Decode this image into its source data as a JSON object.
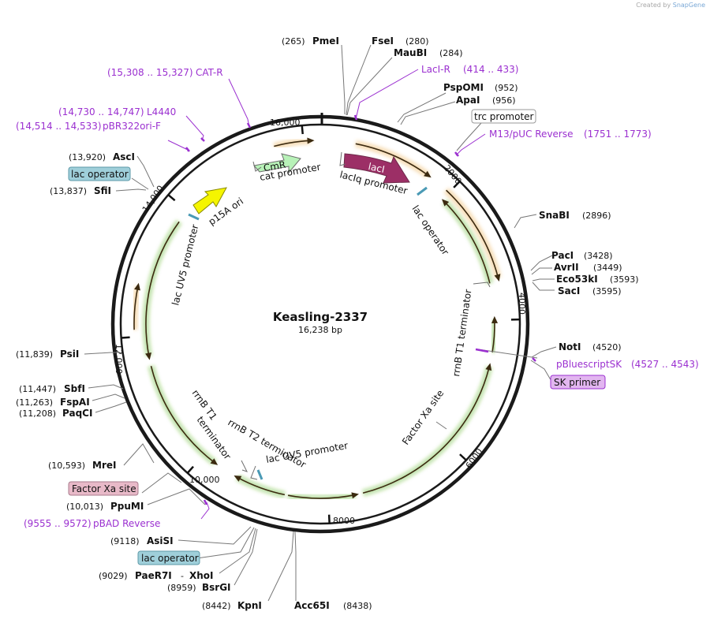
{
  "credit": {
    "prefix": "Created by",
    "brand": "SnapGene"
  },
  "plasmid": {
    "name": "Keasling-2337",
    "size_label": "16,238 bp",
    "length": 16238
  },
  "ticks": [
    {
      "label": "2000"
    },
    {
      "label": "4000"
    },
    {
      "label": "6000"
    },
    {
      "label": "8000"
    },
    {
      "label": "10,000"
    },
    {
      "label": "12,000"
    },
    {
      "label": "14,000"
    },
    {
      "label": "16,000"
    }
  ],
  "sites": [
    {
      "name": "PmeI",
      "pos": "(265)"
    },
    {
      "name": "FseI",
      "pos": "(280)"
    },
    {
      "name": "MauBI",
      "pos": "(284)"
    },
    {
      "name": "PspOMI",
      "pos": "(952)"
    },
    {
      "name": "ApaI",
      "pos": "(956)"
    },
    {
      "name": "SnaBI",
      "pos": "(2896)"
    },
    {
      "name": "PacI",
      "pos": "(3428)"
    },
    {
      "name": "AvrII",
      "pos": "(3449)"
    },
    {
      "name": "Eco53kI",
      "pos": "(3593)"
    },
    {
      "name": "SacI",
      "pos": "(3595)"
    },
    {
      "name": "NotI",
      "pos": "(4520)"
    },
    {
      "name": "Acc65I",
      "pos": "(8438)"
    },
    {
      "name": "KpnI",
      "pos": "(8442)"
    },
    {
      "name": "BsrGI",
      "pos": "(8959)"
    },
    {
      "name": "PaeR7I",
      "pos": "(9029)",
      "extra": "-",
      "extra2": "XhoI"
    },
    {
      "name": "AsiSI",
      "pos": "(9118)"
    },
    {
      "name": "PpuMI",
      "pos": "(10,013)"
    },
    {
      "name": "MreI",
      "pos": "(10,593)"
    },
    {
      "name": "PaqCI",
      "pos": "(11,208)"
    },
    {
      "name": "FspAI",
      "pos": "(11,263)"
    },
    {
      "name": "SbfI",
      "pos": "(11,447)"
    },
    {
      "name": "PsiI",
      "pos": "(11,839)"
    },
    {
      "name": "SfiI",
      "pos": "(13,837)"
    },
    {
      "name": "AscI",
      "pos": "(13,920)"
    }
  ],
  "primers": [
    {
      "name": "LacI-R",
      "range": "(414 .. 433)"
    },
    {
      "name": "M13/pUC Reverse",
      "range": "(1751 .. 1773)"
    },
    {
      "name": "pBluescriptSK",
      "range": "(4527 .. 4543)"
    },
    {
      "name": "pBAD Reverse",
      "range": "(9555 .. 9572)"
    },
    {
      "name": "pBR322ori-F",
      "range": "(14,514 .. 14,533)"
    },
    {
      "name": "L4440",
      "range": "(14,730 .. 14,747)"
    },
    {
      "name": "CAT-R",
      "range": "(15,308 .. 15,327)"
    }
  ],
  "boxed_labels": [
    {
      "name": "trc promoter"
    },
    {
      "name": "SK primer"
    },
    {
      "name": "lac operator"
    },
    {
      "name": "Factor Xa site"
    },
    {
      "name": "lac operator"
    }
  ],
  "features": [
    {
      "name": "CmR"
    },
    {
      "name": "lacI"
    },
    {
      "name": "cat promoter"
    },
    {
      "name": "lacIq promoter"
    },
    {
      "name": "lac operator"
    },
    {
      "name": "p15A ori"
    },
    {
      "name": "lac UV5 promoter"
    },
    {
      "name": "rrnB T1 terminator"
    },
    {
      "name": "Factor Xa site"
    },
    {
      "name": "rrnB T1"
    },
    {
      "name": "terminator"
    },
    {
      "name": "rrnB T2 terminator"
    },
    {
      "name": "lac UV5 promoter"
    }
  ],
  "colors": {
    "backbone": "#1a1a1a",
    "primer": "#9b30d0",
    "orange_arc": "#e8a33a",
    "green_arc": "#56b11f",
    "lacI": "#9c2f66",
    "cmr": "#b8f2b8",
    "p15a": "#f5f500",
    "operator_box": "#9fcfda",
    "xa_box": "#e8b9c8",
    "skprimer_box": "#e2b6f0"
  }
}
